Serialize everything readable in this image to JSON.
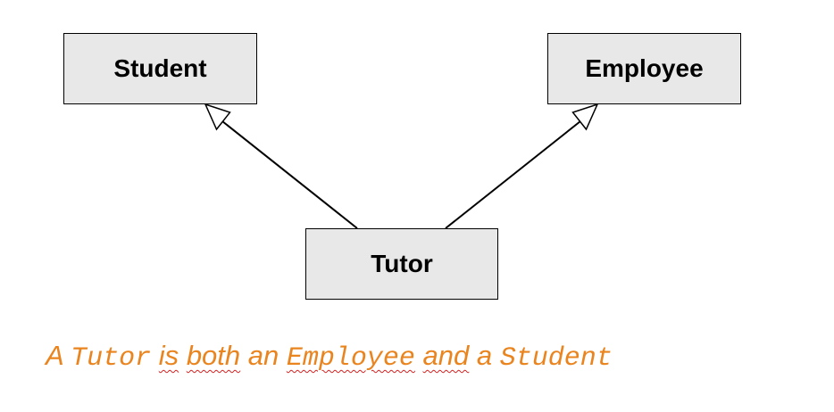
{
  "diagram": {
    "classes": {
      "student": "Student",
      "employee": "Employee",
      "tutor": "Tutor"
    },
    "relations": [
      {
        "from": "tutor",
        "to": "student",
        "type": "generalization"
      },
      {
        "from": "tutor",
        "to": "employee",
        "type": "generalization"
      }
    ]
  },
  "caption": {
    "w1": "A",
    "w2": "Tutor",
    "w3": "is",
    "w4": "both",
    "w5": "an",
    "w6": "Employee",
    "w7": "and",
    "w8": "a",
    "w9": "Student"
  },
  "colors": {
    "box_fill": "#e8e8e8",
    "caption": "#e9841e",
    "spellcheck": "#d22222"
  }
}
